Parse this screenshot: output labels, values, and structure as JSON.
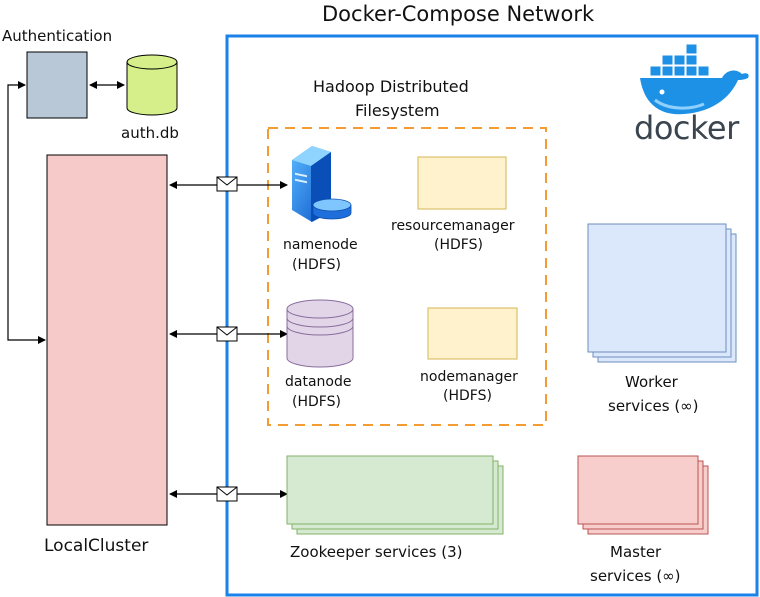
{
  "network_title": "Docker-Compose Network",
  "docker_logo_text": "docker",
  "authentication": {
    "label": "Authentication",
    "db_label": "auth.db"
  },
  "local_cluster": {
    "label": "LocalCluster"
  },
  "hdfs": {
    "title_line1": "Hadoop Distributed",
    "title_line2": "Filesystem",
    "namenode": {
      "name": "namenode",
      "sub": "(HDFS)"
    },
    "datanode": {
      "name": "datanode",
      "sub": "(HDFS)"
    },
    "resourcemanager": {
      "name": "resourcemanager",
      "sub": "(HDFS)"
    },
    "nodemanager": {
      "name": "nodemanager",
      "sub": "(HDFS)"
    }
  },
  "worker": {
    "line1": "Worker",
    "line2": "services (∞)"
  },
  "master": {
    "line1": "Master",
    "line2": "services (∞)"
  },
  "zookeeper": {
    "label": "Zookeeper services (3)"
  },
  "colors": {
    "network_border": "#1a82e8",
    "hdfs_border": "#f39c34",
    "auth_box": "#b9c8d6",
    "db_cylinder": "#d6ef8a",
    "local_cluster": "#f7caca",
    "yellow_box": "#fff2cc",
    "worker": "#dbe8fb",
    "zookeeper": "#d6ead2",
    "master": "#f8cecc",
    "datanode": "#e1d5e7"
  }
}
